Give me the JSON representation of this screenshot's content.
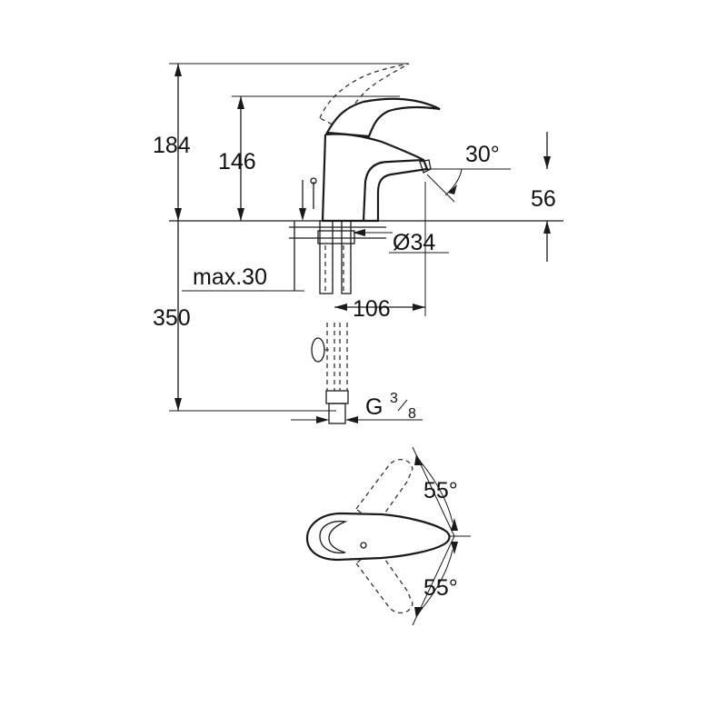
{
  "dimensions": {
    "total_height": "184",
    "spout_height": "146",
    "aerator_angle": "30°",
    "aerator_height": "56",
    "hole_diameter": "Ø34",
    "max_thickness": "max.30",
    "hose_length": "350",
    "spout_reach": "106",
    "connection_g": "G",
    "connection_num": "3",
    "connection_den": "8",
    "lever_angle_top": "55°",
    "lever_angle_bottom": "55°"
  }
}
